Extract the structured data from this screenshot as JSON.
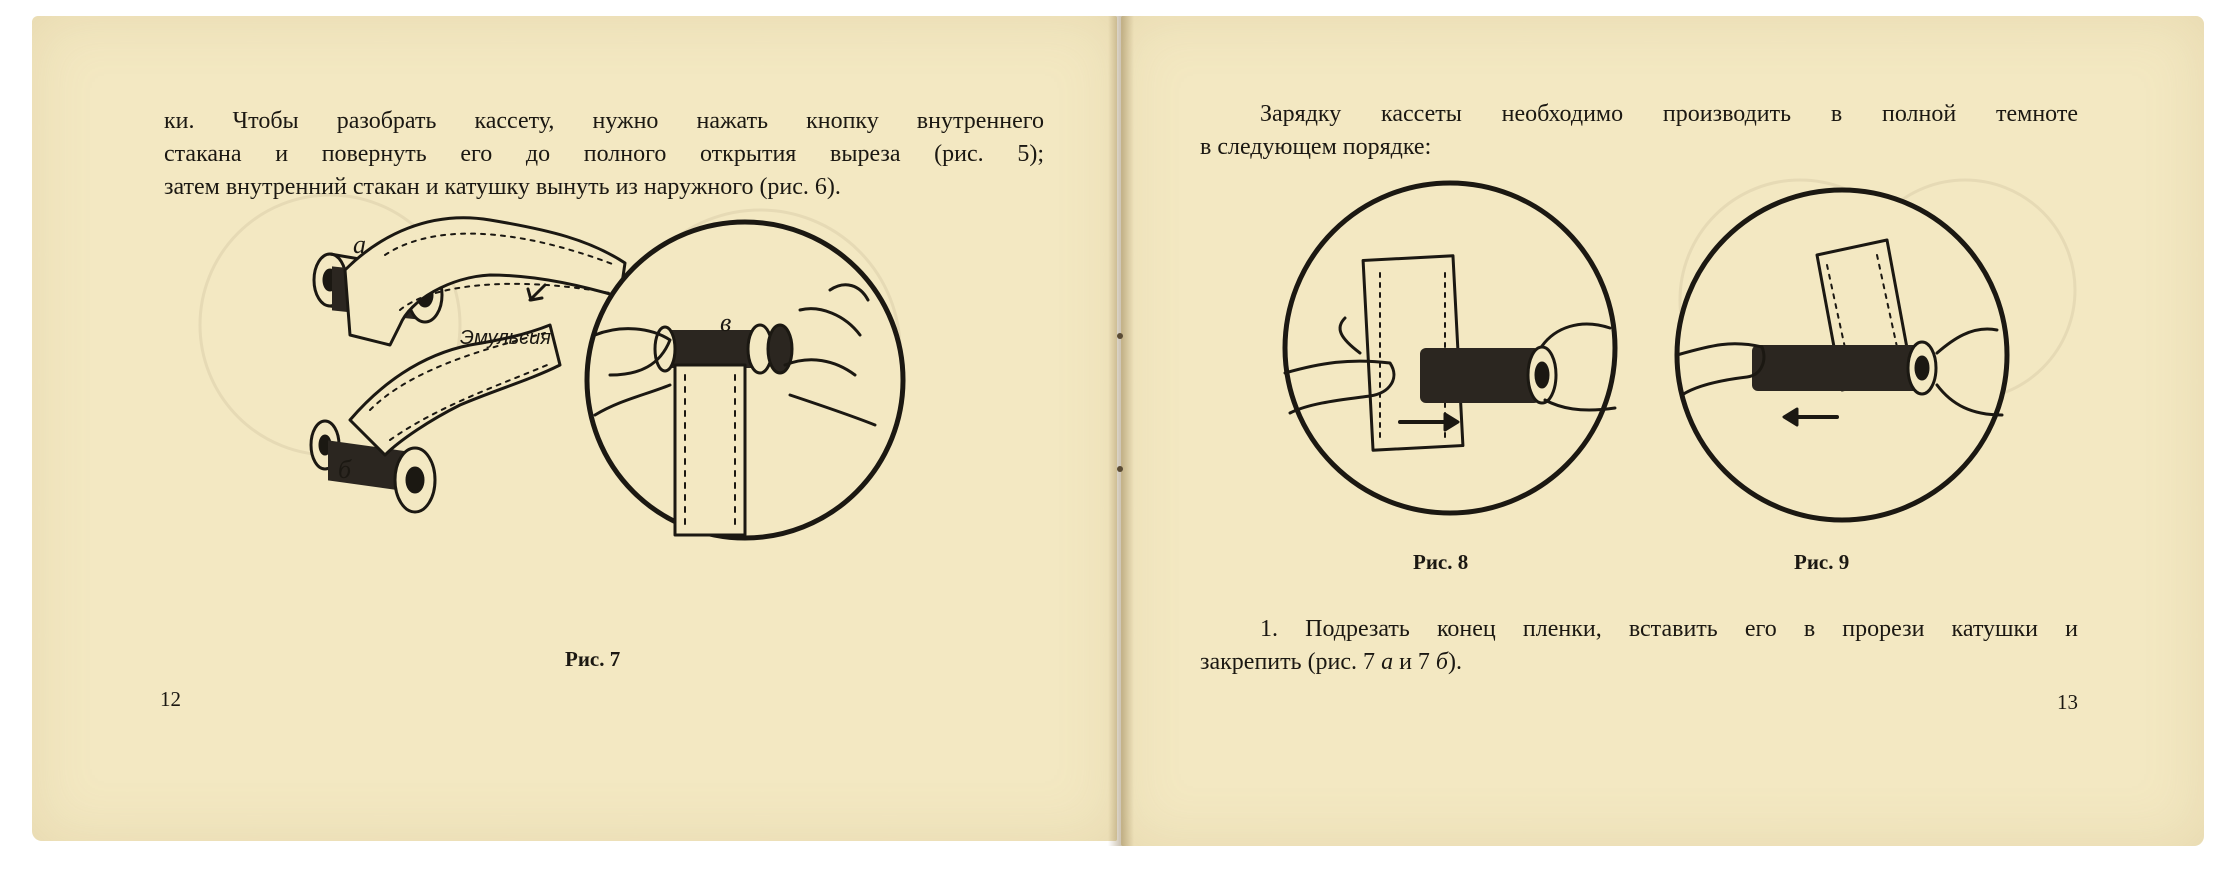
{
  "left_page": {
    "lines": [
      "ки. Чтобы разобрать кассету, нужно нажать кнопку внутреннего",
      "стакана и повернуть его до полного открытия выреза (рис. 5);",
      "затем внутренний стакан и катушку вынуть из наружного (рис. 6)."
    ],
    "figure": {
      "label_a": "а",
      "label_b": "б",
      "label_v": "в",
      "emulsion_label": "Эмульсия",
      "caption": "Рис. 7"
    },
    "page_number": "12"
  },
  "right_page": {
    "intro_lines": [
      "Зарядку кассеты необходимо производить в полной темноте",
      "в следующем порядке:"
    ],
    "figure8_caption": "Рис. 8",
    "figure9_caption": "Рис. 9",
    "step1_line1": "1. Подрезать конец пленки, вставить его в прорези катушки и",
    "step1_line2_pre": "закрепить (рис. 7 ",
    "step1_a": "а",
    "step1_mid": " и 7 ",
    "step1_b": "б",
    "step1_post": ").",
    "page_number": "13"
  },
  "colors": {
    "paper": "#f3e8c2",
    "ink": "#1b1812"
  }
}
